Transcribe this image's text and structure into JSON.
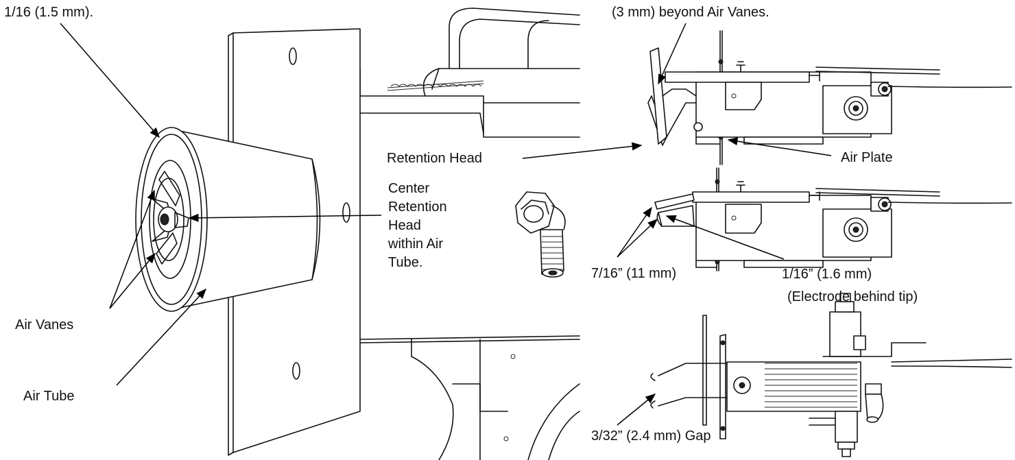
{
  "labels": {
    "top_left_note": "1/16 (1.5 mm).",
    "top_right_note": "(3 mm) beyond Air Vanes.",
    "retention_head": "Retention Head",
    "air_plate": "Air Plate",
    "center_retention": [
      "Center",
      "Retention",
      "Head",
      "within Air",
      "Tube."
    ],
    "air_vanes": "Air Vanes",
    "air_tube": "Air Tube",
    "electrode_spacing": "7/16” (11 mm)",
    "electrode_behind": "1/16” (1.6 mm)",
    "electrode_behind_note": "(Electrode behind tip)",
    "gap": "3/32” (2.4 mm) Gap"
  }
}
